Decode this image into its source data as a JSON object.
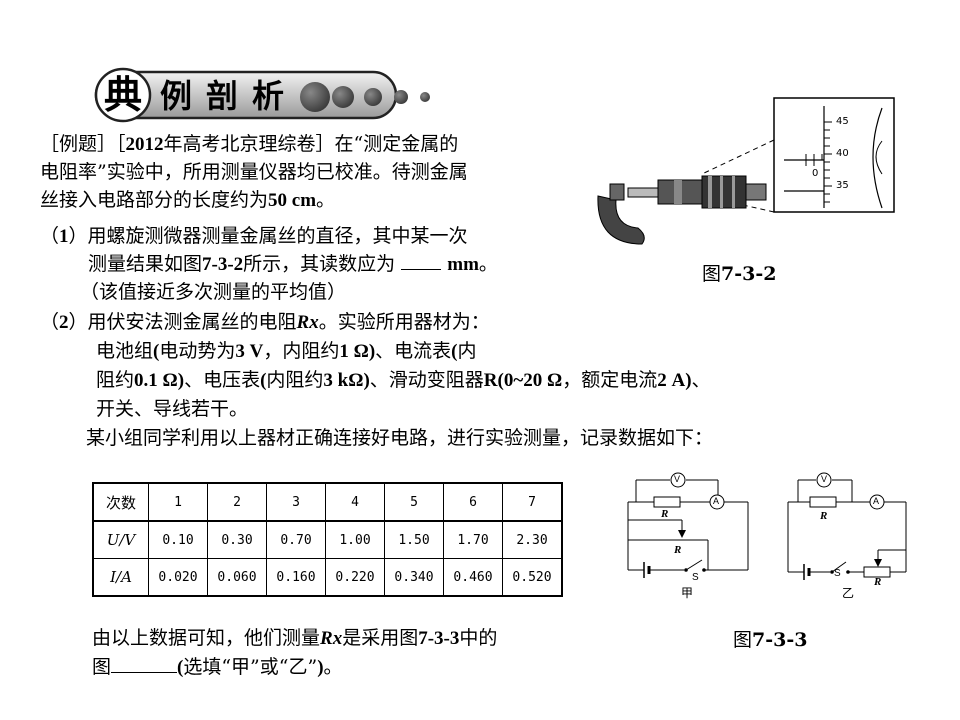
{
  "header": {
    "title_chars": [
      "典",
      "例",
      "剖",
      "析"
    ]
  },
  "problem": {
    "l1_a": "［例题］［",
    "l1_b": "2012",
    "l1_c": "年高考北京理综卷］在“测定金属的",
    "l2": "电阻率”实验中，所用测量仪器均已校准。待测金属",
    "l3_a": "丝接入电路部分的长度约为",
    "l3_b": "50 cm",
    "l3_c": "。",
    "q1_a": "（",
    "q1_b": "1",
    "q1_c": "）用螺旋测微器测量金属丝的直径，其中某一次",
    "q1_l2_a": "测量结果如图",
    "q1_l2_b": "7-3-2",
    "q1_l2_c": "所示，其读数应为 ",
    "q1_l2_d": "mm",
    "q1_l2_e": "。",
    "q1_l3": "（该值接近多次测量的平均值）",
    "q2_a": "（",
    "q2_b": "2",
    "q2_c": "）用伏安法测金属丝的电阻",
    "q2_d": "Rx",
    "q2_e": "。实验所用器材为：",
    "q2_l2_a": "电池组",
    "q2_l2_b": "(",
    "q2_l2_c": "电动势为",
    "q2_l2_d": "3 V",
    "q2_l2_e": "，内阻约",
    "q2_l2_f": "1 Ω)",
    "q2_l2_g": "、电流表",
    "q2_l2_h": "(",
    "q2_l2_i": "内",
    "q2_l3_a": "阻约",
    "q2_l3_b": "0.1 Ω)",
    "q2_l3_c": "、电压表",
    "q2_l3_d": "(",
    "q2_l3_e": "内阻约",
    "q2_l3_f": "3 kΩ)",
    "q2_l3_g": "、滑动变阻器",
    "q2_l3_h": "R(0~20 Ω",
    "q2_l3_i": "，额定电流",
    "q2_l3_j": "2 A)",
    "q2_l3_k": "、",
    "q2_l4": "开关、导线若干。",
    "q2_l5": "某小组同学利用以上器材正确连接好电路，进行实验测量，记录数据如下：",
    "ans_l1_a": "由以上数据可知，他们测量",
    "ans_l1_b": "Rx",
    "ans_l1_c": "是采用图",
    "ans_l1_d": "7-3-3",
    "ans_l1_e": "中的",
    "ans_l2_a": "图",
    "ans_l2_b": "(",
    "ans_l2_c": "选填“甲”或“乙”",
    "ans_l2_d": ")",
    "ans_l2_e": "。"
  },
  "figures": {
    "fig732_label_a": "图",
    "fig732_label_b": "7-3-2",
    "fig733_label_a": "图",
    "fig733_label_b": "7-3-3",
    "scale_45": "45",
    "scale_40": "40",
    "scale_0": "0",
    "scale_35": "35",
    "circuit_jia": {
      "v": "V",
      "a": "A",
      "r1": "R",
      "r2": "R",
      "s": "S",
      "name": "甲"
    },
    "circuit_yi": {
      "v": "V",
      "a": "A",
      "r1": "R",
      "r2": "R",
      "s": "S",
      "name": "乙"
    }
  },
  "table": {
    "row0": [
      "次数",
      "1",
      "2",
      "3",
      "4",
      "5",
      "6",
      "7"
    ],
    "row1_label": "U/V",
    "row1": [
      "0.10",
      "0.30",
      "0.70",
      "1.00",
      "1.50",
      "1.70",
      "2.30"
    ],
    "row2_label": "I/A",
    "row2": [
      "0.020",
      "0.060",
      "0.160",
      "0.220",
      "0.340",
      "0.460",
      "0.520"
    ]
  }
}
